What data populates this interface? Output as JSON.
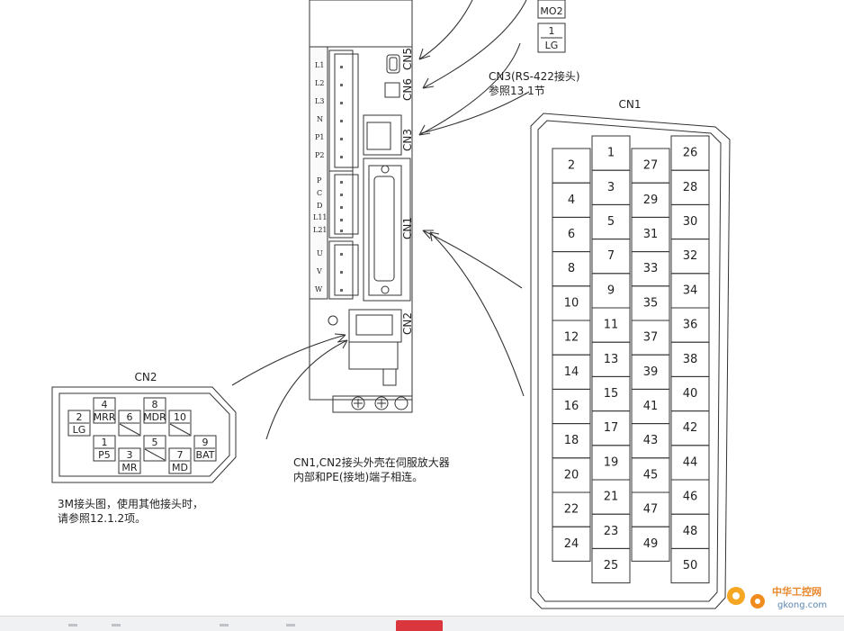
{
  "amp": {
    "power_labels": [
      "L1",
      "L2",
      "L3",
      "N",
      "P1",
      "P2"
    ],
    "regen_labels": [
      "P",
      "C",
      "D",
      "L11",
      "L21"
    ],
    "motor_labels": [
      "U",
      "V",
      "W"
    ],
    "connector_names": {
      "cn5": "CN5",
      "cn6": "CN6",
      "cn3": "CN3",
      "cn1": "CN1",
      "cn2": "CN2"
    }
  },
  "top_pins": {
    "mo2": "MO2",
    "lg_num": "1",
    "lg": "LG"
  },
  "cn3_note": {
    "line1": "CN3(RS-422接头)",
    "line2": "参照13.1节"
  },
  "cn1": {
    "title": "CN1",
    "col1": [
      "2",
      "4",
      "6",
      "8",
      "10",
      "12",
      "14",
      "16",
      "18",
      "20",
      "22",
      "24"
    ],
    "col2": [
      "1",
      "3",
      "5",
      "7",
      "9",
      "11",
      "13",
      "15",
      "17",
      "19",
      "21",
      "23",
      "25"
    ],
    "col3": [
      "27",
      "29",
      "31",
      "33",
      "35",
      "37",
      "39",
      "41",
      "43",
      "45",
      "47",
      "49"
    ],
    "col4": [
      "26",
      "28",
      "30",
      "32",
      "34",
      "36",
      "38",
      "40",
      "42",
      "44",
      "46",
      "48",
      "50"
    ]
  },
  "cn2": {
    "title": "CN2",
    "pins": [
      {
        "num": "4",
        "sig": "MRR"
      },
      {
        "num": "8",
        "sig": "MDR"
      },
      {
        "num": "2",
        "sig": "LG"
      },
      {
        "num": "6",
        "sig": ""
      },
      {
        "num": "10",
        "sig": ""
      },
      {
        "num": "1",
        "sig": "P5"
      },
      {
        "num": "5",
        "sig": ""
      },
      {
        "num": "9",
        "sig": "BAT"
      },
      {
        "num": "3",
        "sig": "MR"
      },
      {
        "num": "7",
        "sig": "MD"
      }
    ],
    "note_line1": "3M接头图，使用其他接头时，",
    "note_line2": "请参照12.1.2项。"
  },
  "shell_note": {
    "line1": "CN1,CN2接头外壳在伺服放大器",
    "line2": "内部和PE(接地)端子相连。"
  },
  "watermark": {
    "brand": "中华工控网",
    "site": "gkong.com"
  }
}
